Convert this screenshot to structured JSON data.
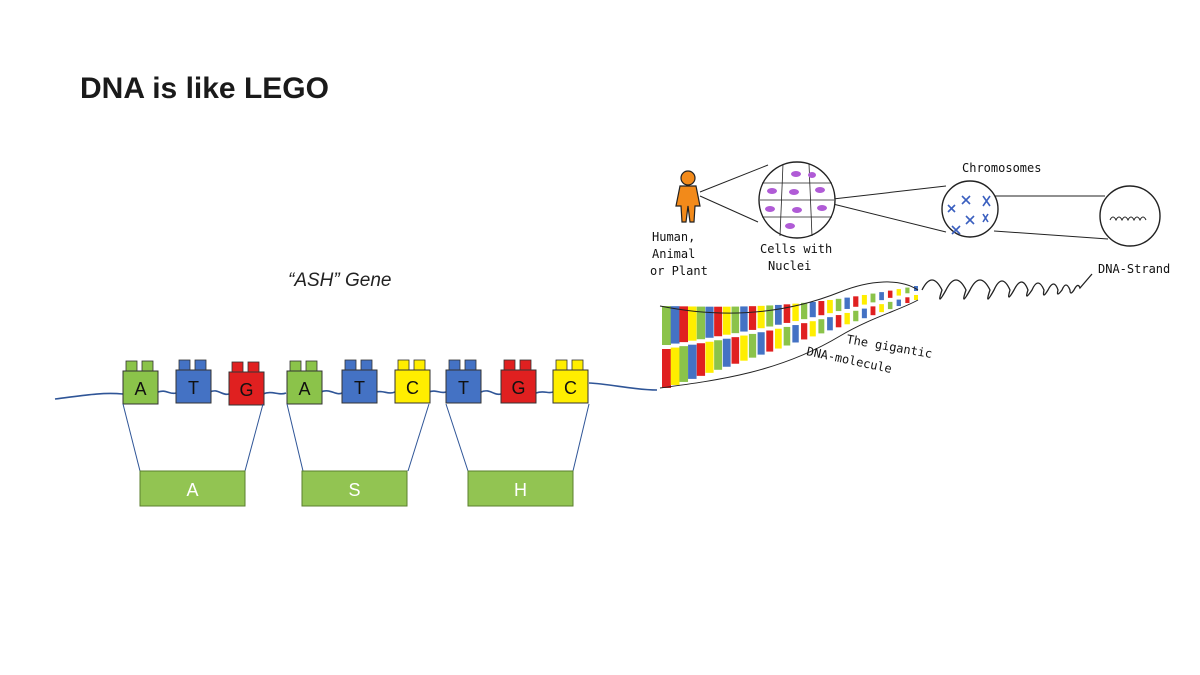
{
  "title": "DNA is like LEGO",
  "gene_label": "“ASH” Gene",
  "colors": {
    "green": "#8bc34a",
    "blue": "#4472c4",
    "red": "#e02020",
    "yellow": "#ffee00",
    "orange": "#f28a1a",
    "purple": "#b05bd6",
    "line": "#2f5597",
    "codon": "#92c452"
  },
  "bricks": [
    {
      "letter": "A",
      "color": "green"
    },
    {
      "letter": "T",
      "color": "blue"
    },
    {
      "letter": "G",
      "color": "red"
    },
    {
      "letter": "A",
      "color": "green"
    },
    {
      "letter": "T",
      "color": "blue"
    },
    {
      "letter": "C",
      "color": "yellow"
    },
    {
      "letter": "T",
      "color": "blue"
    },
    {
      "letter": "G",
      "color": "red"
    },
    {
      "letter": "C",
      "color": "yellow"
    }
  ],
  "codons": [
    "A",
    "S",
    "H"
  ],
  "illustration": {
    "human_label": [
      "Human,",
      "Animal",
      "or Plant"
    ],
    "cells_label": [
      "Cells with",
      "Nuclei"
    ],
    "chromosomes_label": "Chromosomes",
    "strand_label": "DNA-Strand",
    "molecule_label": [
      "The gigantic",
      "DNA-molecule"
    ]
  }
}
